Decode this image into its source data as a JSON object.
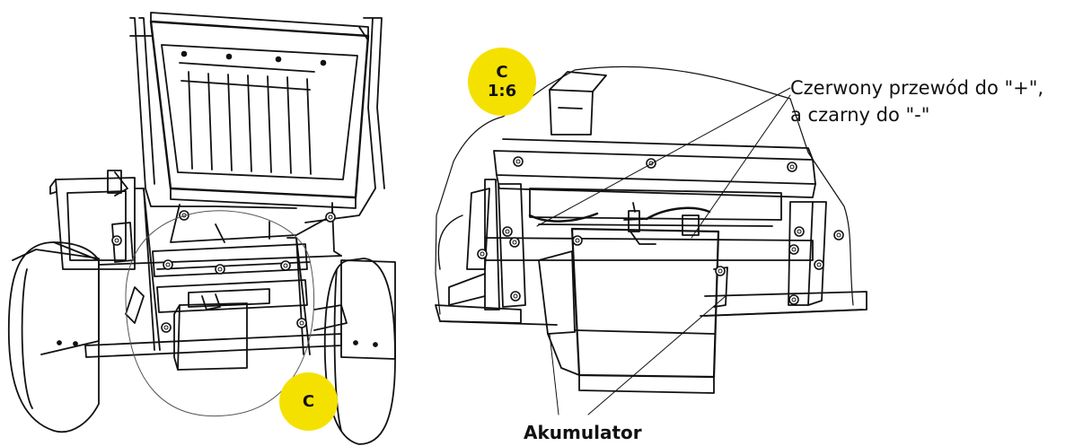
{
  "callouts": {
    "wire_line1": "Czerwony przewód do \"+\",",
    "wire_line2": "a czarny do \"-\"",
    "battery": "Akumulator"
  },
  "badges": {
    "detail_letter": "C",
    "detail_scale": "1:6",
    "main_letter": "C"
  },
  "colors": {
    "badge": "#f5e100",
    "line": "#111111",
    "background": "#ffffff"
  }
}
